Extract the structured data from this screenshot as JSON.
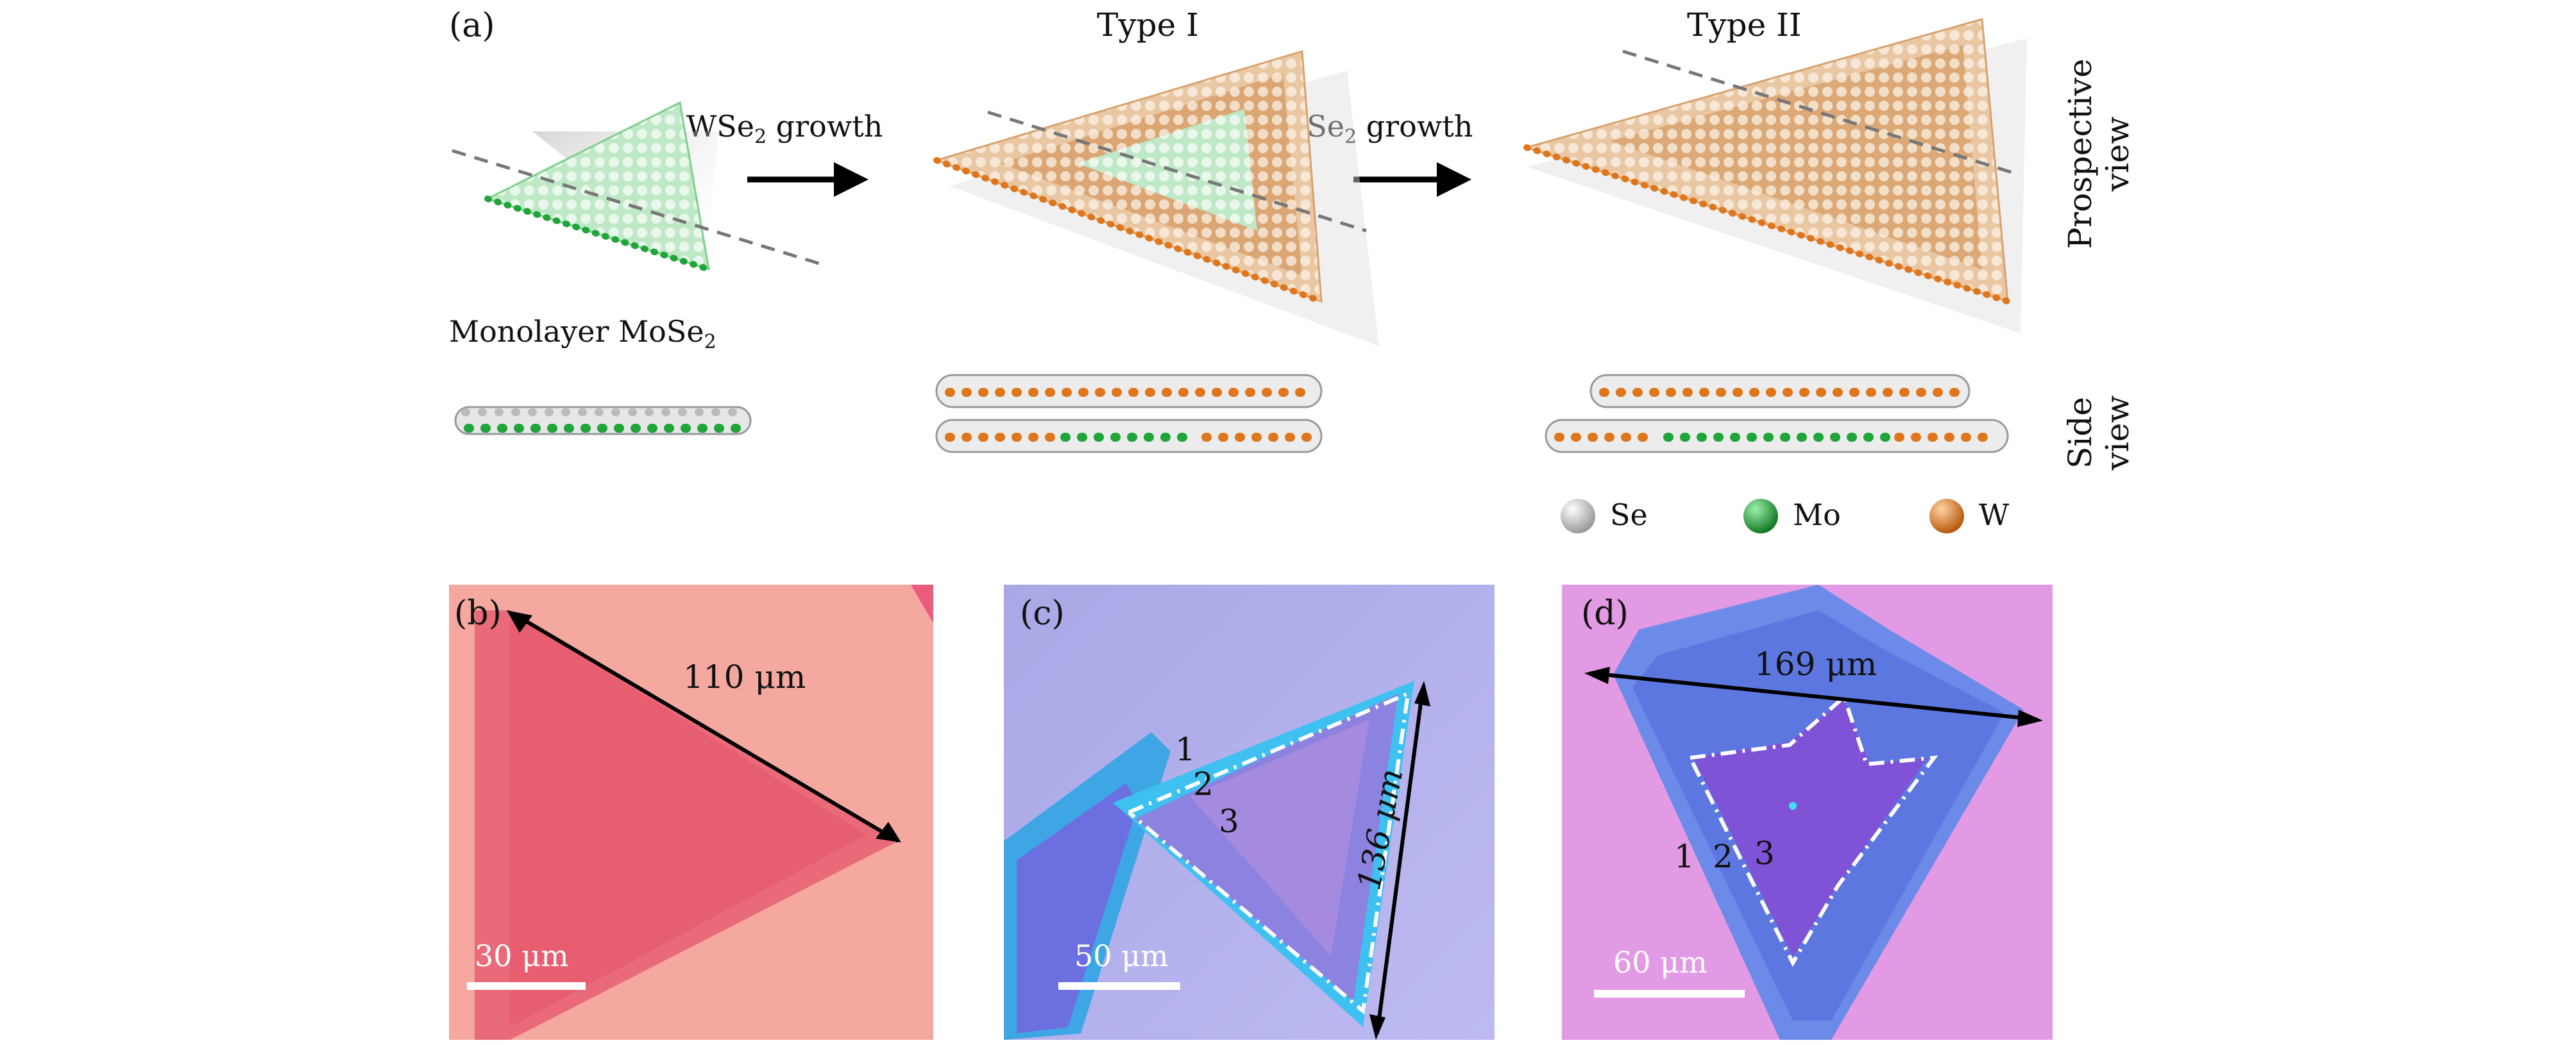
{
  "panel_a": {
    "letter": "(a)",
    "type1": "Type I",
    "type2": "Type II",
    "growth1_pre": "WSe",
    "growth1_sub": "2",
    "growth1_post": " growth",
    "growth2_pre": "WSe",
    "growth2_sub": "2",
    "growth2_post": " growth",
    "monolayer_pre": "Monolayer MoSe",
    "monolayer_sub": "2",
    "prospective_line1": "Prospective",
    "prospective_line2": "view",
    "side_line1": "Side",
    "side_line2": "view",
    "legend": {
      "se": "Se",
      "mo": "Mo",
      "w": "W"
    },
    "colors": {
      "se": "#d9d9d9",
      "mo": "#1fa53a",
      "w": "#e0761c"
    }
  },
  "panel_b": {
    "letter": "(b)",
    "measure": "110 μm",
    "scale": "30 μm"
  },
  "panel_c": {
    "letter": "(c)",
    "measure": "136 μm",
    "scale": "50 μm",
    "n1": "1",
    "n2": "2",
    "n3": "3"
  },
  "panel_d": {
    "letter": "(d)",
    "measure": "169 μm",
    "scale": "60 μm",
    "n1": "1",
    "n2": "2",
    "n3": "3"
  }
}
